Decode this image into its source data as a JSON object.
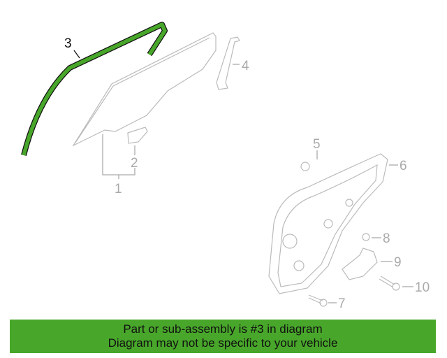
{
  "diagram": {
    "callouts": [
      "1",
      "2",
      "3",
      "4",
      "5",
      "6",
      "7",
      "8",
      "9",
      "10"
    ],
    "highlight_color": "#48a72a"
  },
  "banner": {
    "line1": "Part or sub-assembly is #3 in diagram",
    "line2": "Diagram may not be specific to your vehicle",
    "color": "#48a72a"
  }
}
